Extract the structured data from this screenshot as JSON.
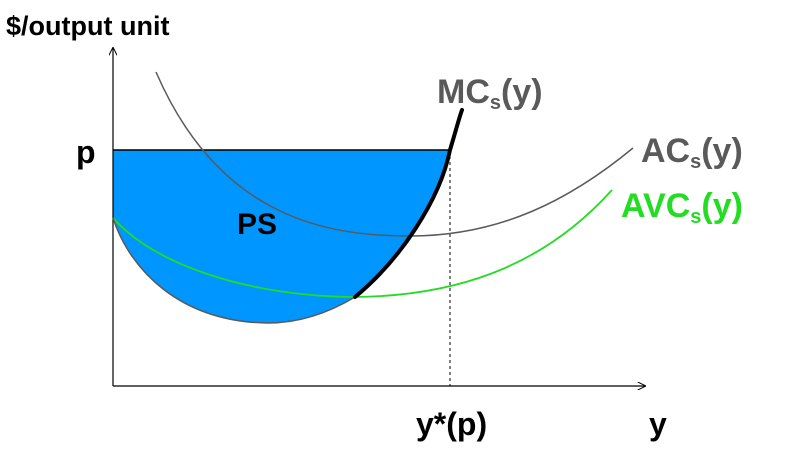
{
  "labels": {
    "y_axis_title": "$/output unit",
    "price": "p",
    "x_axis_title": "y",
    "x_marker": "y*(p)",
    "area": "PS"
  },
  "curves": {
    "mc": {
      "base": "MC",
      "sub": "s",
      "arg": "(y)",
      "color": "#5a5a5a"
    },
    "ac": {
      "base": "AC",
      "sub": "s",
      "arg": "(y)",
      "color": "#5a5a5a"
    },
    "avc": {
      "base": "AVC",
      "sub": "s",
      "arg": "(y)",
      "color": "#22dd22"
    }
  },
  "colors": {
    "fill": "#0096ff",
    "supply": "#000000",
    "axis": "#000000"
  }
}
